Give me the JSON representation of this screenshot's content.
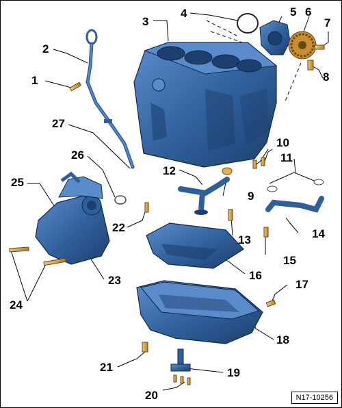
{
  "diagram": {
    "reference": "N17-10256",
    "colors": {
      "part_fill": "#2f5f9a",
      "part_shade": "#1d3f6e",
      "part_light": "#5a8ccc",
      "leader": "#000000",
      "bolt": "#d9a441",
      "seal": "#ffffff"
    },
    "callouts": [
      {
        "id": "c1",
        "label": "1"
      },
      {
        "id": "c2",
        "label": "2"
      },
      {
        "id": "c3",
        "label": "3"
      },
      {
        "id": "c4",
        "label": "4"
      },
      {
        "id": "c5",
        "label": "5"
      },
      {
        "id": "c6",
        "label": "6"
      },
      {
        "id": "c7",
        "label": "7"
      },
      {
        "id": "c8",
        "label": "8"
      },
      {
        "id": "c9",
        "label": "9"
      },
      {
        "id": "c10",
        "label": "10"
      },
      {
        "id": "c11",
        "label": "11"
      },
      {
        "id": "c12",
        "label": "12"
      },
      {
        "id": "c13",
        "label": "13"
      },
      {
        "id": "c14",
        "label": "14"
      },
      {
        "id": "c15",
        "label": "15"
      },
      {
        "id": "c16",
        "label": "16"
      },
      {
        "id": "c17",
        "label": "17"
      },
      {
        "id": "c18",
        "label": "18"
      },
      {
        "id": "c19",
        "label": "19"
      },
      {
        "id": "c20",
        "label": "20"
      },
      {
        "id": "c21",
        "label": "21"
      },
      {
        "id": "c22",
        "label": "22"
      },
      {
        "id": "c23",
        "label": "23"
      },
      {
        "id": "c24",
        "label": "24"
      },
      {
        "id": "c25",
        "label": "25"
      },
      {
        "id": "c26",
        "label": "26"
      },
      {
        "id": "c27",
        "label": "27"
      }
    ]
  }
}
